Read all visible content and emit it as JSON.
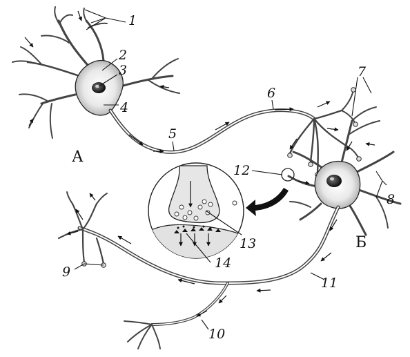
{
  "labels": {
    "n1": "1",
    "n2": "2",
    "n3": "3",
    "n4": "4",
    "n5": "5",
    "n6": "6",
    "n7": "7",
    "n8": "8",
    "n9": "9",
    "n10": "10",
    "n11": "11",
    "n12": "12",
    "n13": "13",
    "n14": "14",
    "neuron_a": "А",
    "neuron_b": "Б"
  },
  "colors": {
    "outline": "#222222",
    "cell_shade": "#bdbdbd",
    "nucleus": "#111111",
    "background": "#ffffff"
  }
}
